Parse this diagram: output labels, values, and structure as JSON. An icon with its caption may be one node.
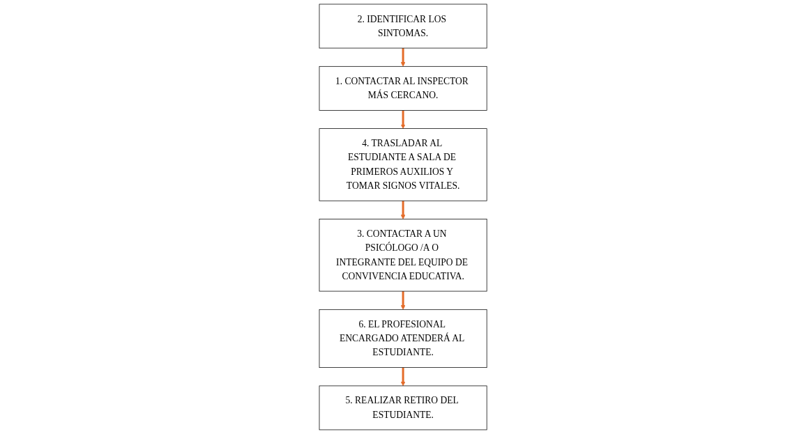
{
  "diagram": {
    "nodes": [
      {
        "text": [
          "2. IDENTIFICAR LOS SINTOMAS."
        ]
      },
      {
        "text": [
          "1. CONTACTAR AL INSPECTOR MÁS CERCANO."
        ]
      },
      {
        "text": [
          "3. CONTACTAR A UN PSICÓLOGO /A O INTEGRANTE DEL EQUIPO DE CONVIVENCIA EDUCATIVA."
        ]
      },
      {
        "text": [
          "4. TRASLADAR AL ESTUDIANTE A SALA DE PRIMEROS AUXILIOS Y TOMAR SIGNOS VITALES."
        ]
      },
      {
        "text": [
          "6. EL PROFESIONAL ENCARGADO ATENDERÁ AL ESTUDIANTE."
        ]
      },
      {
        "text": [
          "5. REALIZAR RETIRO DEL ESTUDIANTE."
        ]
      }
    ],
    "edges": [
      {
        "from": 0,
        "to": 1,
        "arrow": "to"
      },
      {
        "from": 1,
        "to": 3,
        "arrow": "to"
      },
      {
        "from": 3,
        "to": 2,
        "arrow": "to"
      },
      {
        "from": 2,
        "to": 4,
        "arrow": "to"
      },
      {
        "from": 4,
        "to": 5,
        "arrow": "to"
      }
    ]
  }
}
